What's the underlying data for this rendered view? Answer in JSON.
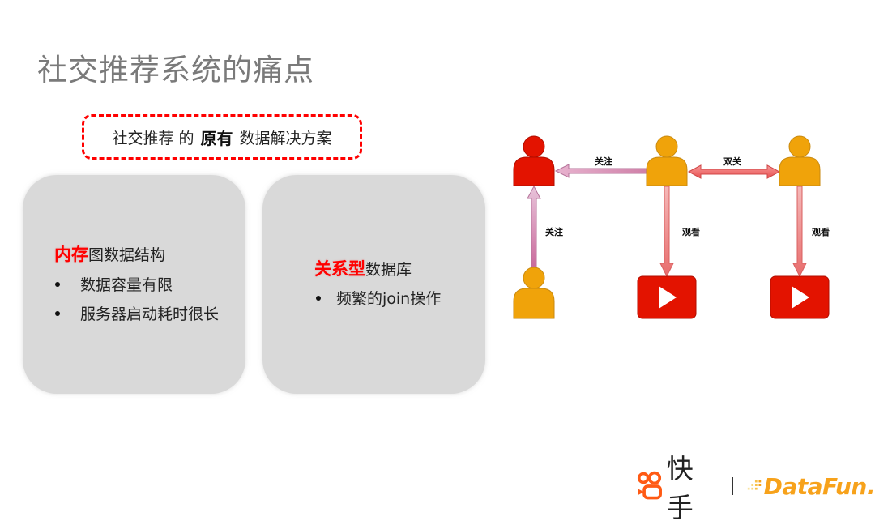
{
  "slide": {
    "title": "社交推荐系统的痛点",
    "callout": {
      "prefix": "社交推荐 的",
      "emphasis": "原有",
      "suffix": "数据解决方案",
      "border_color": "#ff0000"
    },
    "cards": [
      {
        "highlight": "内存",
        "heading_rest": "图数据结构",
        "bullets": [
          "数据容量有限",
          "服务器启动耗时很长"
        ]
      },
      {
        "highlight": "关系型",
        "heading_rest": "数据库",
        "bullets": [
          "频繁的join操作"
        ]
      }
    ],
    "diagram": {
      "nodes": [
        {
          "id": "target-user",
          "type": "user",
          "color": "#e31300"
        },
        {
          "id": "user-center",
          "type": "user",
          "color": "#f0a30a"
        },
        {
          "id": "user-right",
          "type": "user",
          "color": "#f0a30a"
        },
        {
          "id": "user-bottom",
          "type": "user",
          "color": "#f0a30a"
        },
        {
          "id": "video-center",
          "type": "video",
          "color": "#e31300"
        },
        {
          "id": "video-right",
          "type": "video",
          "color": "#e31300"
        }
      ],
      "edges": [
        {
          "from": "user-center",
          "to": "target-user",
          "label": "关注"
        },
        {
          "from": "user-center",
          "to": "user-right",
          "label": "双关",
          "bidirectional": true
        },
        {
          "from": "user-bottom",
          "to": "target-user",
          "label": "关注"
        },
        {
          "from": "user-center",
          "to": "video-center",
          "label": "观看"
        },
        {
          "from": "user-right",
          "to": "video-right",
          "label": "观看"
        }
      ]
    },
    "footer": {
      "brand1": "快手",
      "brand2": "DataFun."
    },
    "colors": {
      "accent_red": "#ff0000",
      "title_gray": "#7a7a7a",
      "card_bg": "#d9d9d9",
      "follow_arrow": "#d58fb5",
      "mutual_arrow": "#f06a6a",
      "watch_arrow": "#f07a7a",
      "kuaishou_orange": "#ff5a14",
      "datafun_orange": "#f7a21b"
    }
  }
}
